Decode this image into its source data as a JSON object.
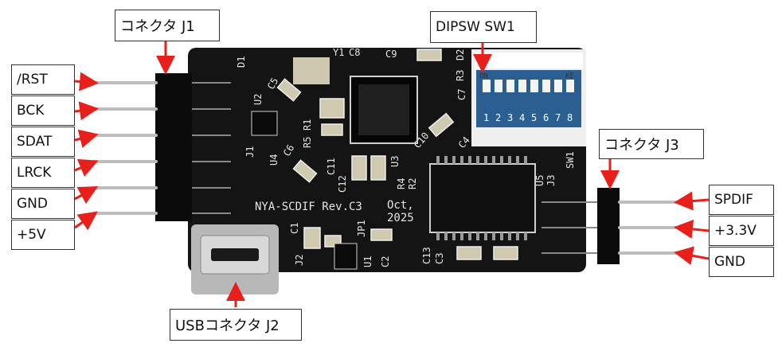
{
  "labels": {
    "j1": "コネクタ J1",
    "dipsw": "DIPSW SW1",
    "j3": "コネクタ J3",
    "usb": "USBコネクタ J2"
  },
  "pins_left": [
    "/RST",
    "BCK",
    "SDAT",
    "LRCK",
    "GND",
    "+5V"
  ],
  "pins_right": [
    "SPDIF",
    "+3.3V",
    "GND"
  ],
  "board": {
    "silk_main": "NYA-SCDIF Rev.C3",
    "silk_date": "Oct,\n2025",
    "refs": [
      "D1",
      "Y1",
      "C8",
      "C9",
      "D2",
      "R3",
      "C5",
      "U2",
      "R1",
      "C7",
      "R5",
      "C6",
      "U4",
      "J1",
      "C11",
      "C12",
      "U3",
      "R4",
      "R2",
      "C10",
      "C4",
      "SW1",
      "U5",
      "J3",
      "C1",
      "JP1",
      "J2",
      "U1",
      "C2",
      "C13",
      "C3"
    ],
    "dip_on": "ON",
    "dip_ke": "KE",
    "dip_numbers": [
      "1",
      "2",
      "3",
      "4",
      "5",
      "6",
      "7",
      "8"
    ]
  },
  "colors": {
    "arrow": "#e8201c",
    "pcb": "#141414",
    "silk": "#e6e6e6"
  }
}
